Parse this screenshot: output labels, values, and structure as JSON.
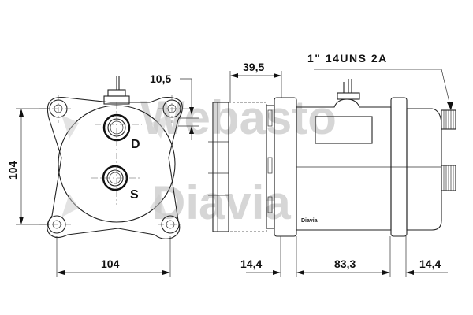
{
  "drawing": {
    "subject": "A/C compressor dimensional drawing",
    "watermark": {
      "line1": "Webasto",
      "line2": "Diavia",
      "color": "#cfcfcf"
    },
    "body_brand": "Diavia",
    "front_view": {
      "port_labels": {
        "discharge": "D",
        "suction": "S"
      },
      "dimensions": {
        "height": "104",
        "width": "104",
        "offset": "10,5"
      }
    },
    "side_view": {
      "thread_spec": "1\"  14UNS  2A",
      "dimensions": {
        "clutch_depth": "39,5",
        "front_flange": "14,4",
        "body_length": "83,3",
        "rear_flange": "14,4"
      }
    },
    "line_color": "#222222"
  }
}
